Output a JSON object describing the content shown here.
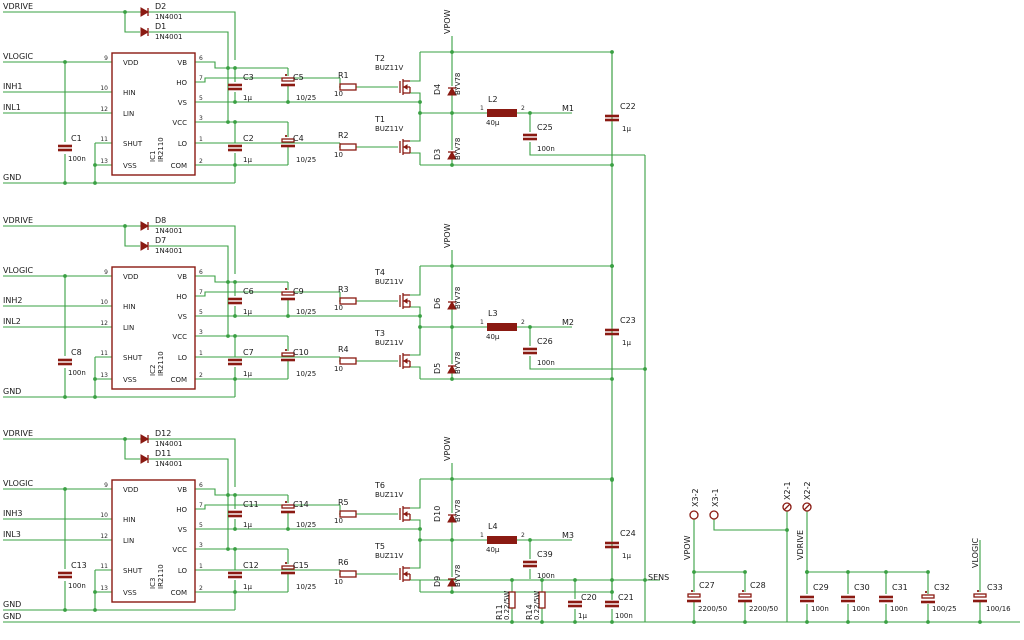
{
  "colors": {
    "wire": "#3aa043",
    "part": "#8a1a12",
    "text": "#1a1a1a",
    "background": "#ffffff"
  },
  "nets": {
    "vdrive": "VDRIVE",
    "vlogic": "VLOGIC",
    "gnd": "GND",
    "vpow": "VPOW",
    "sens": "SENS",
    "m1": "M1",
    "m2": "M2",
    "m3": "M3"
  },
  "ic_pins": {
    "left": [
      {
        "n": "9",
        "name": "VDD"
      },
      {
        "n": "10",
        "name": "HIN"
      },
      {
        "n": "12",
        "name": "LIN"
      },
      {
        "n": "11",
        "name": "SHUT"
      },
      {
        "n": "13",
        "name": "VSS"
      }
    ],
    "right": [
      {
        "n": "6",
        "name": "VB"
      },
      {
        "n": "7",
        "name": "HO"
      },
      {
        "n": "5",
        "name": "VS"
      },
      {
        "n": "3",
        "name": "VCC"
      },
      {
        "n": "1",
        "name": "LO"
      },
      {
        "n": "2",
        "name": "COM"
      }
    ]
  },
  "pin_numbers": {
    "one": "1",
    "two": "2"
  },
  "stages": [
    {
      "inh": "INH1",
      "inl": "INL1",
      "ic": "IC1",
      "ic_value": "IR2110",
      "d_top": "D2",
      "d_bot": "D1",
      "d_value": "1N4001",
      "c_boot": "C3",
      "c_boot_pol": "C5",
      "c_vcc": "C2",
      "c_vcc_pol": "C4",
      "c_vdd": "C1",
      "r_top": "R1",
      "r_bot": "R2",
      "t_top": "T2",
      "t_bot": "T1",
      "t_value": "BUZ11V",
      "df_top": "D4",
      "df_bot": "D3",
      "df_value": "BYV78",
      "l": "L2",
      "l_value": "40µ",
      "c_out": "C25",
      "c_rail": "C22",
      "out": "M1"
    },
    {
      "inh": "INH2",
      "inl": "INL2",
      "ic": "IC2",
      "ic_value": "IR2110",
      "d_top": "D8",
      "d_bot": "D7",
      "d_value": "1N4001",
      "c_boot": "C6",
      "c_boot_pol": "C9",
      "c_vcc": "C7",
      "c_vcc_pol": "C10",
      "c_vdd": "C8",
      "r_top": "R3",
      "r_bot": "R4",
      "t_top": "T4",
      "t_bot": "T3",
      "t_value": "BUZ11V",
      "df_top": "D6",
      "df_bot": "D5",
      "df_value": "BYV78",
      "l": "L3",
      "l_value": "40µ",
      "c_out": "C26",
      "c_rail": "C23",
      "out": "M2"
    },
    {
      "inh": "INH3",
      "inl": "INL3",
      "ic": "IC3",
      "ic_value": "IR2110",
      "d_top": "D12",
      "d_bot": "D11",
      "d_value": "1N4001",
      "c_boot": "C11",
      "c_boot_pol": "C14",
      "c_vcc": "C12",
      "c_vcc_pol": "C15",
      "c_vdd": "C13",
      "r_top": "R5",
      "r_bot": "R6",
      "t_top": "T6",
      "t_bot": "T5",
      "t_value": "BUZ11V",
      "df_top": "D10",
      "df_bot": "D9",
      "df_value": "BYV78",
      "l": "L4",
      "l_value": "40µ",
      "c_out": "C39",
      "c_rail": "C24",
      "out": "M3"
    }
  ],
  "values": {
    "v1u": "1µ",
    "v10_25": "10/25",
    "v100n": "100n",
    "v10": "10",
    "v2200_50": "2200/50",
    "v100_25": "100/25",
    "v100_16": "100/16",
    "v0r22_5w": "0.22/5W"
  },
  "bottom": {
    "r11": "R11",
    "r14": "R14",
    "c20": "C20",
    "c21": "C21",
    "x3_2": "X3-2",
    "x3_1": "X3-1",
    "x2_1": "X2-1",
    "x2_2": "X2-2",
    "c27": "C27",
    "c28": "C28",
    "c29": "C29",
    "c30": "C30",
    "c31": "C31",
    "c32": "C32",
    "c33": "C33"
  }
}
